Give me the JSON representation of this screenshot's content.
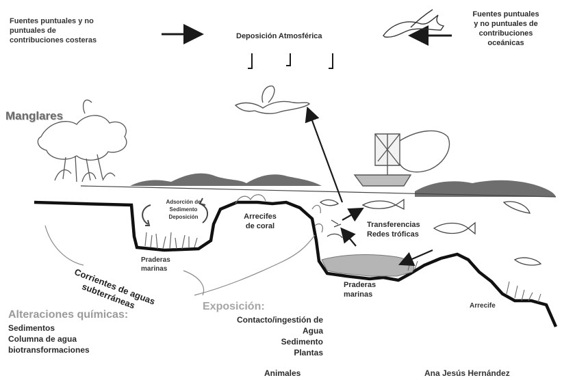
{
  "labels": {
    "coastal_sources": [
      "Fuentes puntuales y no",
      "puntuales de",
      "contribuciones costeras"
    ],
    "atmospheric_deposition": "Deposición Atmosférica",
    "oceanic_sources": [
      "Fuentes puntuales",
      "y no puntuales de",
      "contribuciones",
      "oceánicas"
    ],
    "mangroves": "Manglares",
    "adsorption": [
      "Adsorción de",
      "Sedimento",
      "Deposición"
    ],
    "coral_reefs": [
      "Arrecifes",
      "de coral"
    ],
    "trophic": [
      "Transferencias",
      "Redes tróficas"
    ],
    "seagrass_left": [
      "Praderas",
      "marinas"
    ],
    "seagrass_right": [
      "Praderas",
      "marinas"
    ],
    "groundwater": [
      "Corrientes de aguas",
      "subterráneas"
    ],
    "reef": "Arrecife",
    "chemical_title": "Alteraciones químicas:",
    "chemical_items": [
      "Sedimentos",
      "Columna de agua",
      "biotransformaciones"
    ],
    "exposure_title": "Exposición:",
    "exposure_items": [
      "Contacto/ingestión de",
      "Agua",
      "Sedimento",
      "Plantas",
      "Animales"
    ],
    "author": "Ana Jesús  Hernández"
  },
  "colors": {
    "ink": "#1a1a1a",
    "text": "#2a2a2a",
    "faded": "#9a9a9a",
    "hills": "#6e6e6e",
    "seagrass_fill": "#b5b5b5"
  },
  "icons": [
    "mangrove-tree-icon",
    "bird-icon",
    "boat-icon",
    "fish-icon",
    "seaweed-icon"
  ]
}
